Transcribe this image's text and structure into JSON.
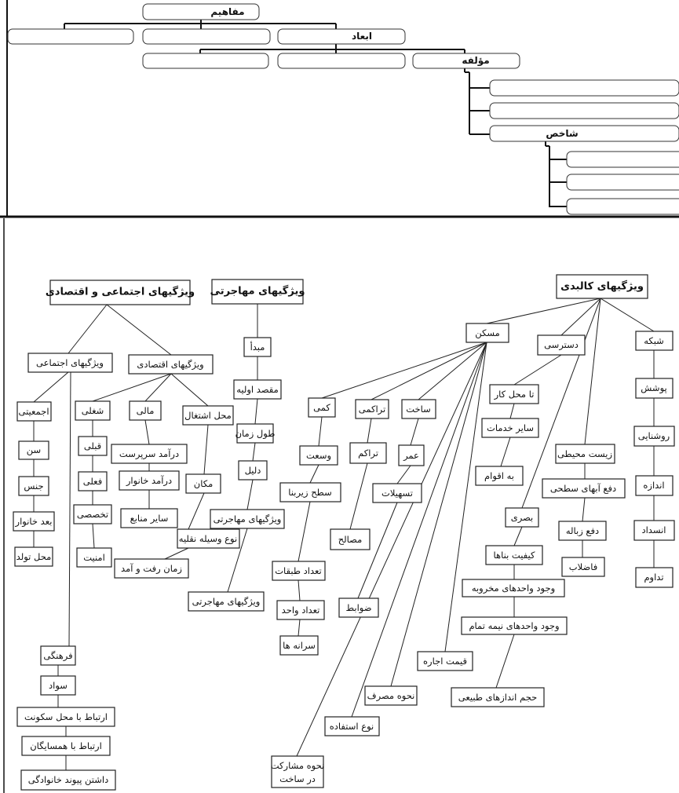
{
  "top_diagram": {
    "mafahim": "مفاهیم",
    "abad": "ابعاد",
    "moalefe": "مؤلفه",
    "shakhes": "شاخص"
  },
  "physical": {
    "title": "ویژگیهای کالبدی",
    "shabake": "شبکه",
    "pooshesh": "پوشش",
    "roshanaei": "روشنایی",
    "andaze": "اندازه",
    "ensedad": "انسداد",
    "davam": "تداوم",
    "dastresi": "دسترسی",
    "ta_mahal_kar": "تا محل کار",
    "sayer_khadamat": "سایر خدمات",
    "be_aghvam": "به اقوام",
    "zist_mohiti": "زیست محیطی",
    "dafe_abha": "دفع آبهای سطحی",
    "dafe_zobale": "دفع زباله",
    "fazelab": "فاضلاب",
    "maskan": "مسکن",
    "sakht": "ساخت",
    "omr": "عمر",
    "tashilat": "تسهیلات",
    "zavabet": "ضوابط",
    "tarakomi": "تراکمی",
    "tarakom": "تراکم",
    "masaleh": "مصالح",
    "kami": "کمی",
    "vosat": "وسعت",
    "sath_zirbana": "سطح زیربنا",
    "tedad_tabaghat": "تعداد طبقات",
    "tedad_vahed": "تعداد واحد",
    "saraneha": "سرانه ها",
    "basari": "بصری",
    "keyfiyat_banaha": "کیفیت بناها",
    "vahedhaye_makhrube": "وجود واحدهای مخروبه",
    "vahedhaye_nimetamam": "وجود واحدهای نیمه تمام",
    "hajm_andazeha": "حجم اندازهای طبیعی",
    "gheimat_ejare": "قیمت اجاره",
    "nahve_masraf": "نحوه مصرف",
    "no_estefade": "نوع استفاده",
    "nahve_mosharekat_1": "نحوه مشارکت",
    "nahve_mosharekat_2": "در ساخت"
  },
  "migration": {
    "title": "ویژگیهای مهاجرتی",
    "mabda": "مبدأ",
    "maghsad": "مقصد اولیه",
    "tool_zaman": "طول زمان",
    "dalil": "دلیل",
    "vizhegi_1": "ویژگیهای مهاجرتی",
    "no_vasile": "نوع وسیله نقلیه",
    "zaman_raft": "زمان رفت و آمد",
    "vizhegi_2": "ویژگیهای مهاجرتی"
  },
  "socio_economic": {
    "title": "ویژگیهای اجتماعی و اقتصادی",
    "ejtemai": "ویژگیهای اجتماعی",
    "eghtesadi": "ویژگیهای اقتصادی",
    "jamiati": "اجمعیتی",
    "sen": "سن",
    "jens": "جنس",
    "bod_khanevar": "بعد خانوار",
    "mahal_tavalod": "محل تولد",
    "farhangi": "فرهنگی",
    "savad": "سواد",
    "ertebat_maskoonat": "ارتباط با محل سکونت",
    "ertebat_hamsayegan": "ارتباط با همسایگان",
    "peyvand": "داشتن پیوند خانوادگی",
    "shoghli": "شغلی",
    "ghabli": "قبلی",
    "feli": "فعلی",
    "takhasosi": "تخصصی",
    "amniyat": "امنیت",
    "mali": "مالی",
    "daramad_sarparast": "درآمد سرپرست",
    "daramad_khanevar": "درآمد خانوار",
    "sayer_manabe": "سایر منابع",
    "mahal_eshteghal": "محل اشتغال",
    "makan": "مکان"
  }
}
